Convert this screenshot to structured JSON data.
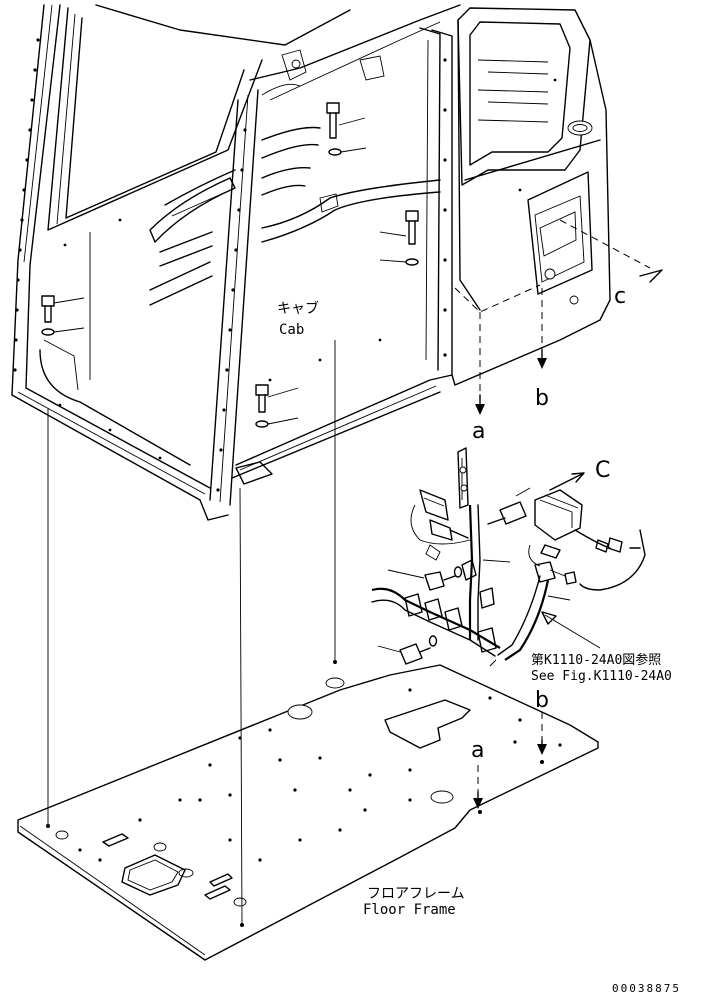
{
  "labels": {
    "cab_jp": "キャブ",
    "cab_en": "Cab",
    "floor_jp": "フロアフレーム",
    "floor_en": "Floor Frame"
  },
  "markers": {
    "a_upper": "a",
    "a_lower": "a",
    "b_upper": "b",
    "b_lower": "b",
    "c_upper": "c",
    "c_lower": "C"
  },
  "reference": {
    "jp": "第K1110-24A0図参照",
    "en": "See Fig.K1110-24A0"
  },
  "doc_number": "00038875"
}
